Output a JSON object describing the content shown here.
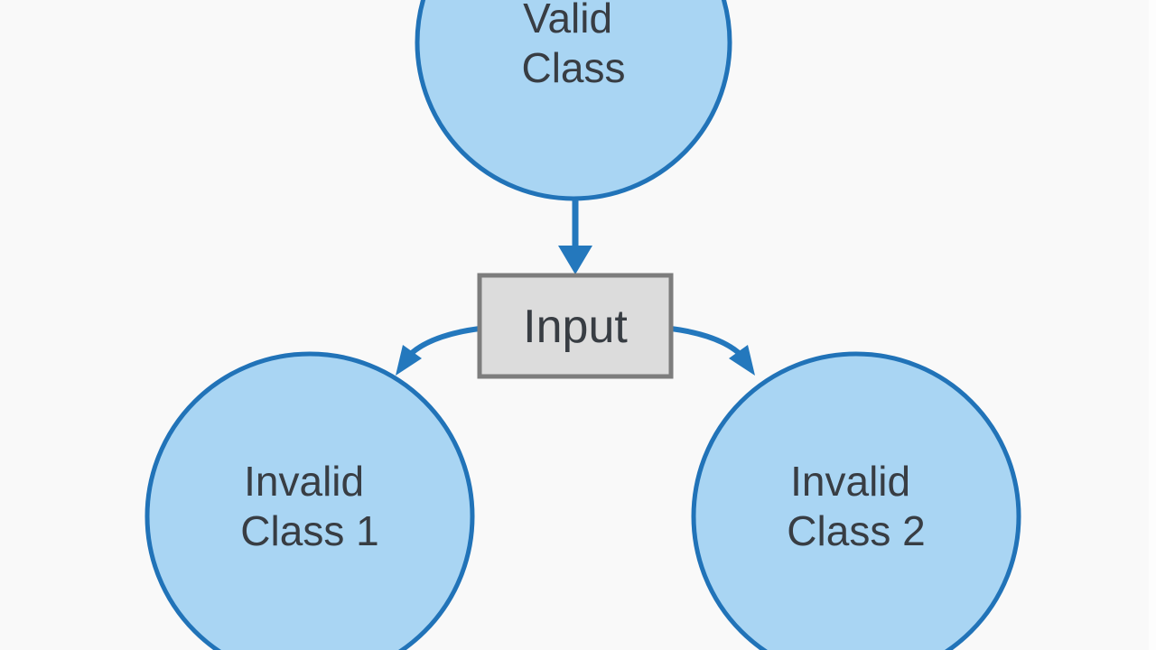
{
  "diagram": {
    "nodes": {
      "valid_class": {
        "shape": "circle",
        "line1": "Valid",
        "line2": "Class"
      },
      "input": {
        "shape": "rectangle",
        "label": "Input"
      },
      "invalid_class_1": {
        "shape": "circle",
        "line1": "Invalid",
        "line2": "Class 1"
      },
      "invalid_class_2": {
        "shape": "circle",
        "line1": "Invalid",
        "line2": "Class 2"
      }
    },
    "edges": [
      {
        "from": "Valid Class",
        "to": "Input",
        "style": "straight-arrow"
      },
      {
        "from": "Input",
        "to": "Invalid Class 1",
        "style": "curved-arrow"
      },
      {
        "from": "Input",
        "to": "Invalid Class 2",
        "style": "curved-arrow"
      }
    ],
    "colors": {
      "background": "#f9f9f9",
      "right_edge_strip": "#fdfdfd",
      "circle_fill": "#a9d5f3",
      "circle_stroke": "#2173b8",
      "box_fill": "#dcdcdc",
      "box_stroke": "#7d7d7d",
      "arrow": "#2478bd",
      "text": "#383d43"
    }
  }
}
